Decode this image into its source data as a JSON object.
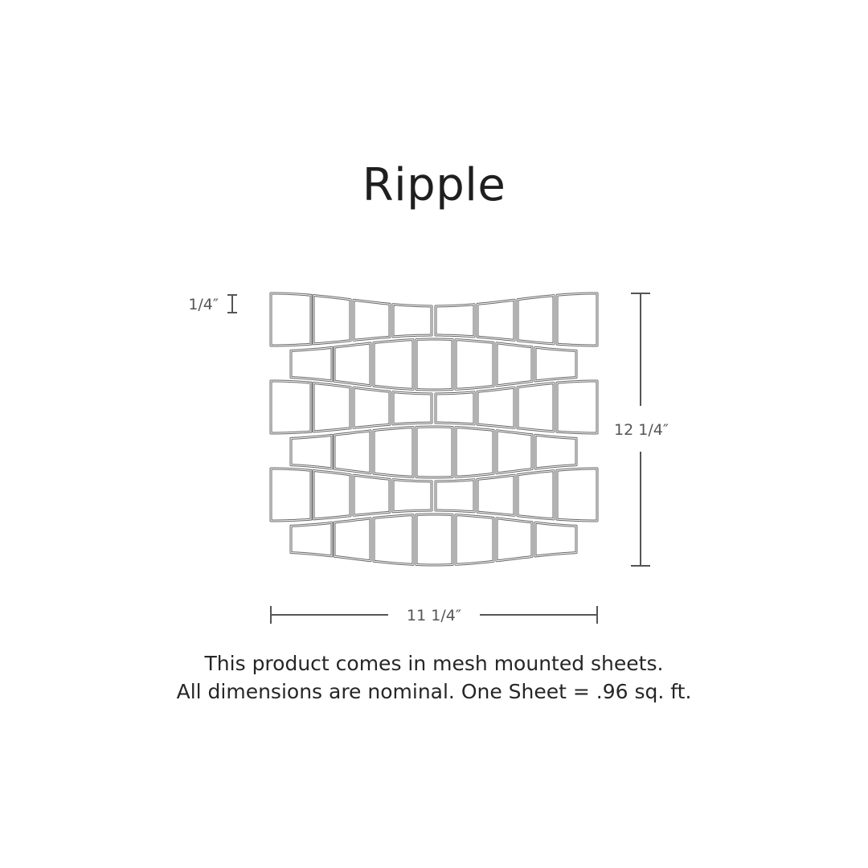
{
  "title": "Ripple",
  "dimensions": {
    "joint_width": "1/4″",
    "sheet_height": "12 1/4″",
    "sheet_width": "11 1/4″"
  },
  "caption": {
    "line1": "This product comes in mesh mounted sheets.",
    "line2": "All dimensions are nominal. One Sheet = .96 sq. ft."
  },
  "sheet": {
    "rows": 6,
    "tiles_per_wide_row": 8,
    "tiles_per_narrow_row": 7,
    "tile_outline_color": "#666666",
    "dimension_line_color": "#555555"
  }
}
